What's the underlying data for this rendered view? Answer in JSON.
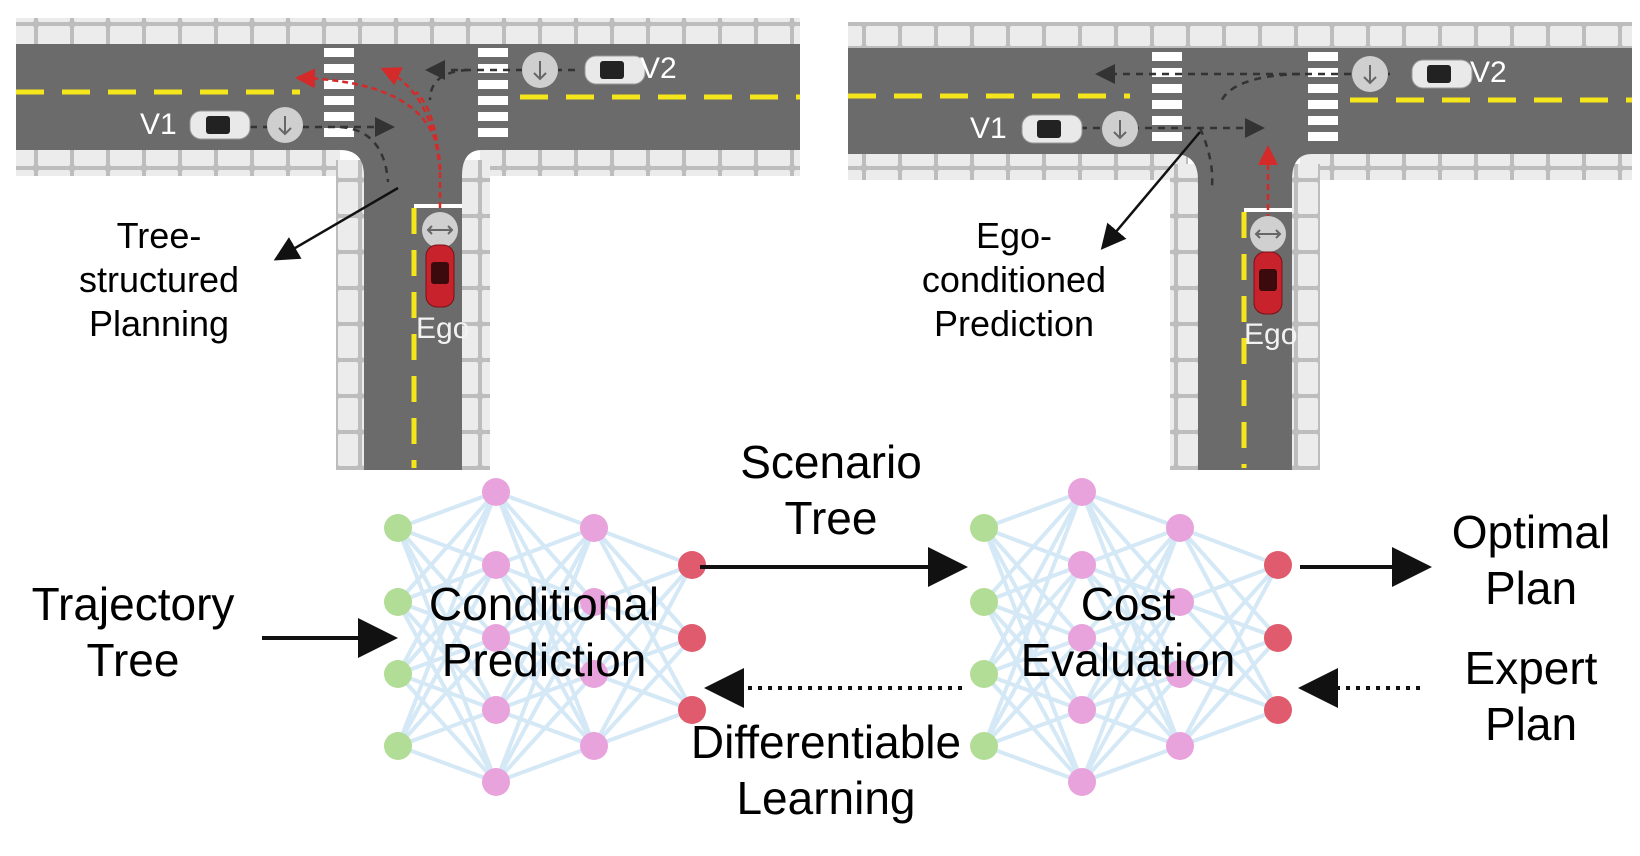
{
  "left_scene": {
    "vehicle_1": "V1",
    "vehicle_2": "V2",
    "ego": "Ego",
    "annotation": "Tree-\nstructured\nPlanning"
  },
  "right_scene": {
    "vehicle_1": "V1",
    "vehicle_2": "V2",
    "ego": "Ego",
    "annotation": "Ego-\nconditioned\nPrediction"
  },
  "pipeline": {
    "input": "Trajectory\nTree",
    "network_1": "Conditional\nPrediction",
    "forward_edge": "Scenario\nTree",
    "network_2": "Cost\nEvaluation",
    "output": "Optimal\nPlan",
    "supervision": "Expert\nPlan",
    "backward_edge": "Differentiable\nLearning"
  },
  "colors": {
    "road": "#6b6b6b",
    "curb": "#e2e2e2",
    "lane_marking": "#f5e61b",
    "planned_path": "#d42a2a",
    "predicted_path": "#333333",
    "network_edge": "#d4e8f6",
    "input_node": "#b2dd96",
    "hidden_node": "#e8a3dc",
    "output_node": "#e05b6d"
  }
}
